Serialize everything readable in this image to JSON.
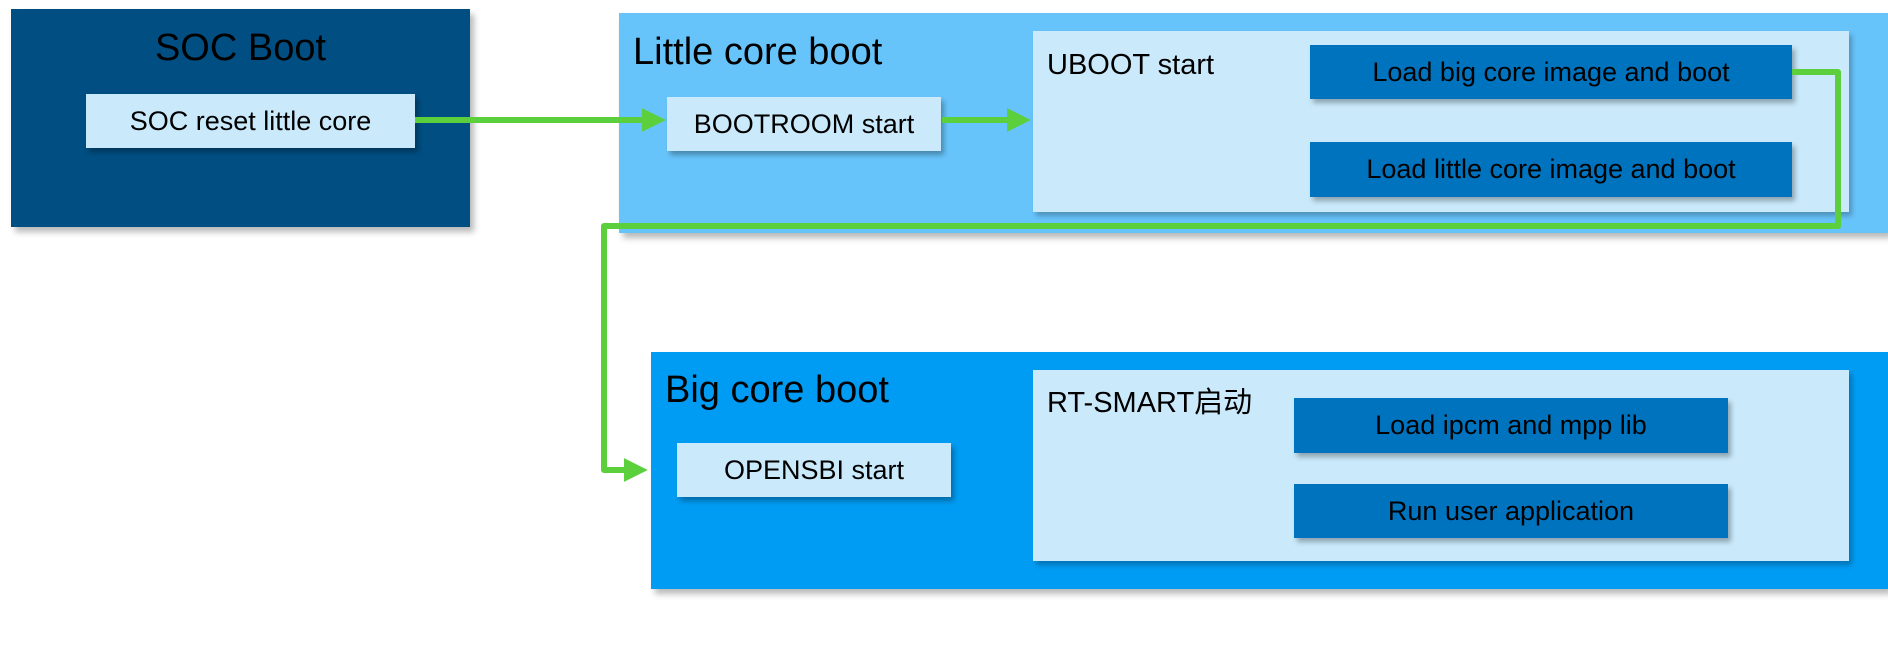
{
  "soc_boot": {
    "title": "SOC Boot",
    "reset_box": "SOC reset little core"
  },
  "little_core": {
    "title": "Little core boot",
    "bootroom_box": "BOOTROOM start",
    "uboot": {
      "title": "UBOOT start",
      "actions": [
        "Load big core image and boot",
        "Load little core image and boot"
      ]
    }
  },
  "big_core": {
    "title": "Big core boot",
    "opensbi_box": "OPENSBI start",
    "rtsmart": {
      "title": "RT-SMART启动",
      "actions": [
        "Load ipcm and mpp lib",
        "Run user application"
      ]
    }
  },
  "colors": {
    "soc_panel": "#004e82",
    "little_panel": "#67c4fb",
    "big_panel": "#009cf3",
    "light_box": "#caeafc",
    "dark_box": "#0073bf",
    "arrow": "#5ccf3c"
  }
}
